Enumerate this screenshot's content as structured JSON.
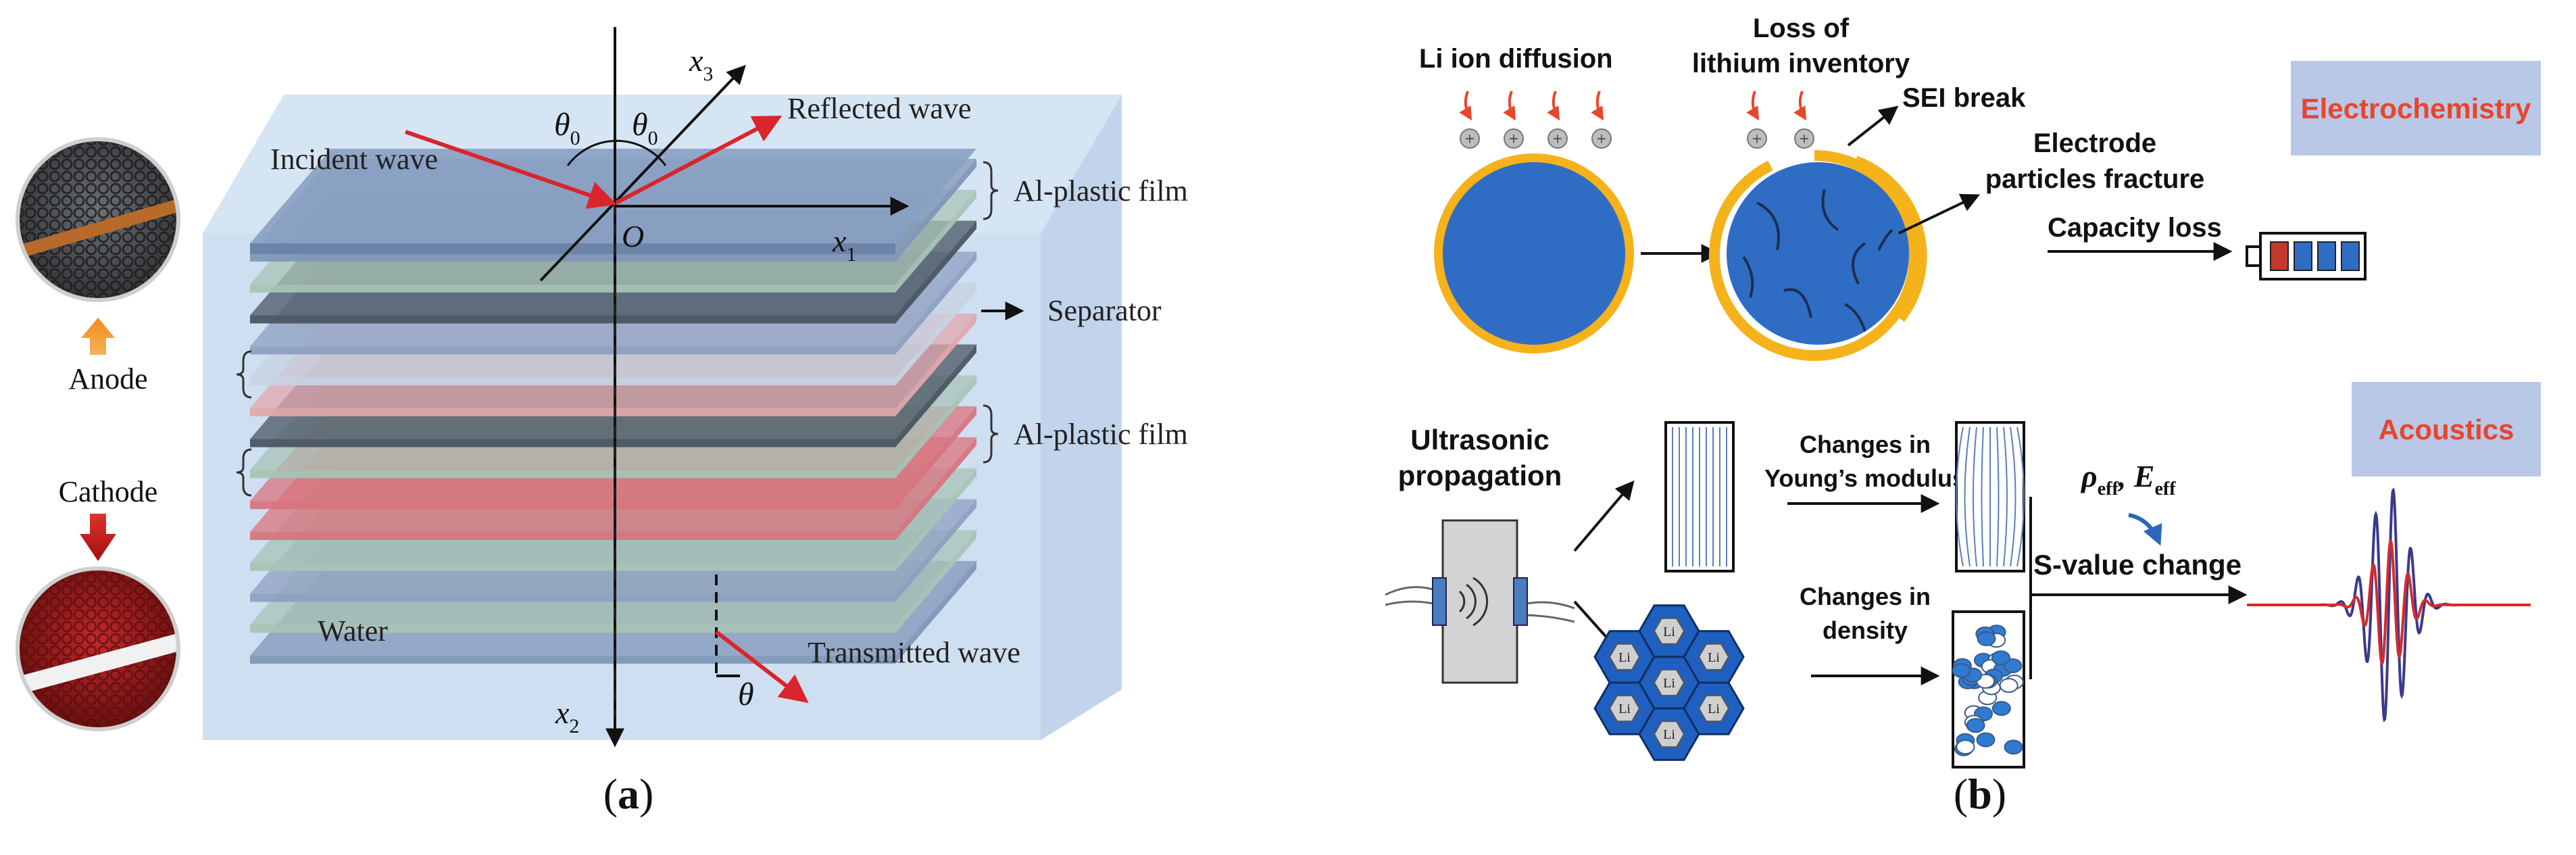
{
  "panel_a": {
    "caption_letter": "a",
    "incident_wave": "Incident wave",
    "reflected_wave": "Reflected wave",
    "transmitted_wave": "Transmitted wave",
    "al_plastic_film_top": "Al-plastic film",
    "al_plastic_film_mid": "Al-plastic film",
    "separator": "Separator",
    "anode": "Anode",
    "cathode": "Cathode",
    "water": "Water",
    "origin": "O",
    "axis_x1": "x",
    "axis_x1_sub": "1",
    "axis_x2": "x",
    "axis_x2_sub": "2",
    "axis_x3": "x",
    "axis_x3_sub": "3",
    "theta0_left": "θ",
    "theta0_left_sub": "0",
    "theta0_right": "θ",
    "theta0_right_sub": "0",
    "theta": "θ"
  },
  "panel_b": {
    "caption_letter": "b",
    "li_ion_diffusion": "Li ion diffusion",
    "loss_of": "Loss of",
    "lithium_inventory": "lithium inventory",
    "sei_break": "SEI break",
    "electrode": "Electrode",
    "particles_fracture": "particles fracture",
    "capacity_loss": "Capacity loss",
    "electrochemistry": "Electrochemistry",
    "acoustics": "Acoustics",
    "ultrasonic": "Ultrasonic",
    "propagation": "propagation",
    "changes_in": "Changes in",
    "youngs_modulus": "Young’s modulus",
    "changes_in_2": "Changes in",
    "density": "density",
    "rho": "ρ",
    "rho_sub": "eff",
    "e_sym": "E",
    "e_sub": "eff",
    "s_value_change": "S-value change",
    "li_plus": "Li",
    "plus_sign": "+",
    "label_color": "#e8452c",
    "box_color": "#b8c8e6"
  }
}
